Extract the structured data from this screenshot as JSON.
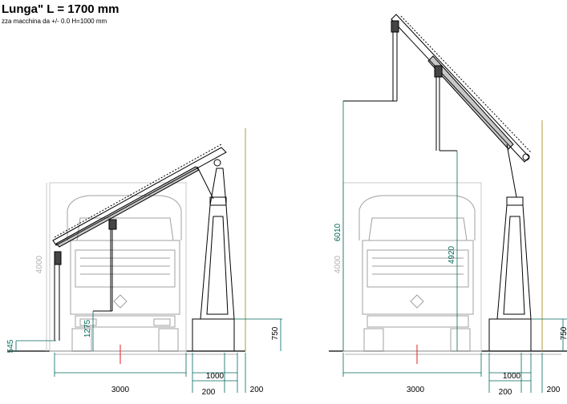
{
  "header": {
    "title": "Lunga\" L = 1700 mm",
    "subtitle": "zza macchina da +/- 0.0  H=1000 mm"
  },
  "colors": {
    "line": "#000000",
    "truck": "#9a9a9a",
    "dimension": "#00695c",
    "axis_red": "#e02020",
    "wall_olive": "#b59a3a",
    "ground": "#000000"
  },
  "left_view": {
    "dims": {
      "height_truck": "4000",
      "hook_height": "1275",
      "low_hook": "545",
      "base_height": "750",
      "offset": "1000",
      "base_width": "200",
      "wall_gap": "200",
      "reach": "3000"
    }
  },
  "right_view": {
    "dims": {
      "max_height": "6010",
      "height_truck": "4000",
      "hook_height": "4920",
      "base_height": "750",
      "offset": "1000",
      "base_width": "200",
      "wall_gap": "200",
      "reach": "3000"
    }
  }
}
